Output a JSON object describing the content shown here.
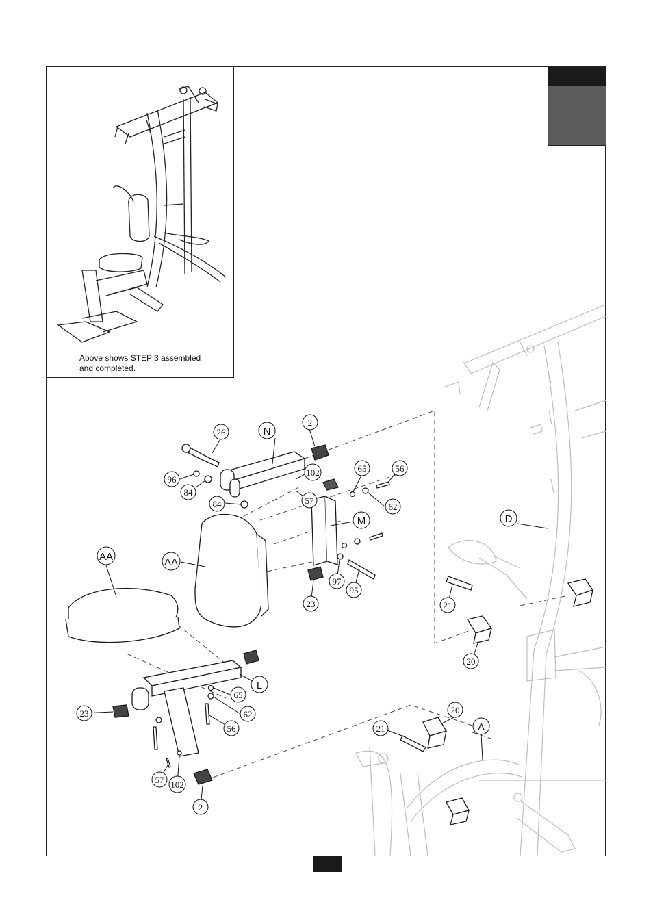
{
  "inset": {
    "caption_line1": "Above shows STEP 3 assembled",
    "caption_line2": "and completed."
  },
  "callouts": {
    "c26": "26",
    "cN": "N",
    "c2a": "2",
    "c96": "96",
    "c84a": "84",
    "c84b": "84",
    "c102a": "102",
    "c57a": "57",
    "c65a": "65",
    "c56a": "56",
    "c62a": "62",
    "cM": "M",
    "c97": "97",
    "c95": "95",
    "c23a": "23",
    "cAAa": "AA",
    "cAAb": "AA",
    "cD": "D",
    "c21a": "21",
    "c20a": "20",
    "cL": "L",
    "c65b": "65",
    "c62b": "62",
    "c56b": "56",
    "c23b": "23",
    "c57b": "57",
    "c102b": "102",
    "c2b": "2",
    "c20b": "20",
    "c21b": "21",
    "cA": "A"
  },
  "colors": {
    "ink": "#111111",
    "step_tab": "#5b5b5b",
    "dark_tab": "#1a1a1a",
    "ghost_line": "#bdbdbd"
  }
}
